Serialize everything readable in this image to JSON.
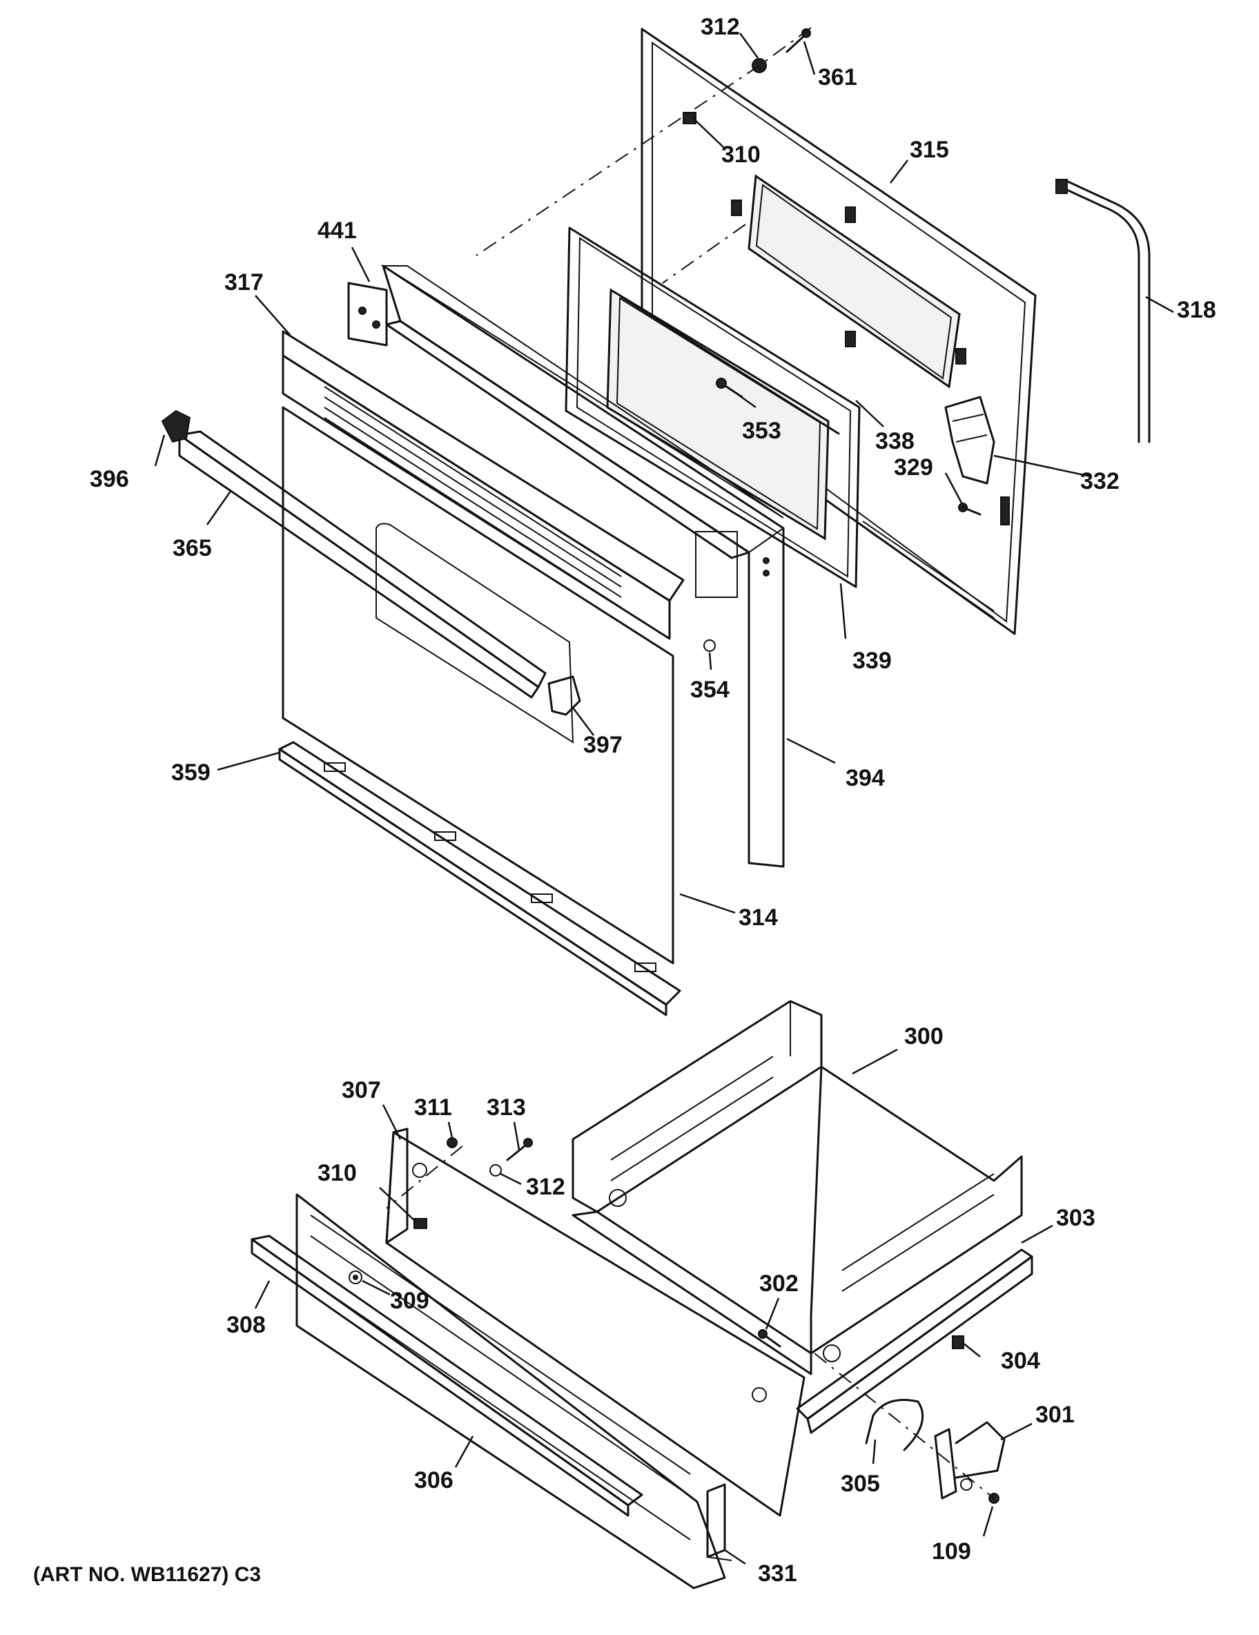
{
  "diagram": {
    "caption": "(ART NO. WB11627) C3",
    "callouts": {
      "c312a": "312",
      "c361": "361",
      "c310a": "310",
      "c315": "315",
      "c318": "318",
      "c441": "441",
      "c317": "317",
      "c353": "353",
      "c338": "338",
      "c329": "329",
      "c332": "332",
      "c396": "396",
      "c365": "365",
      "c339": "339",
      "c354": "354",
      "c397": "397",
      "c359": "359",
      "c394": "394",
      "c314": "314",
      "c300": "300",
      "c307": "307",
      "c311": "311",
      "c313": "313",
      "c310b": "310",
      "c312b": "312",
      "c303": "303",
      "c309": "309",
      "c302": "302",
      "c308": "308",
      "c304": "304",
      "c301": "301",
      "c306": "306",
      "c305": "305",
      "c109": "109",
      "c331": "331"
    }
  }
}
